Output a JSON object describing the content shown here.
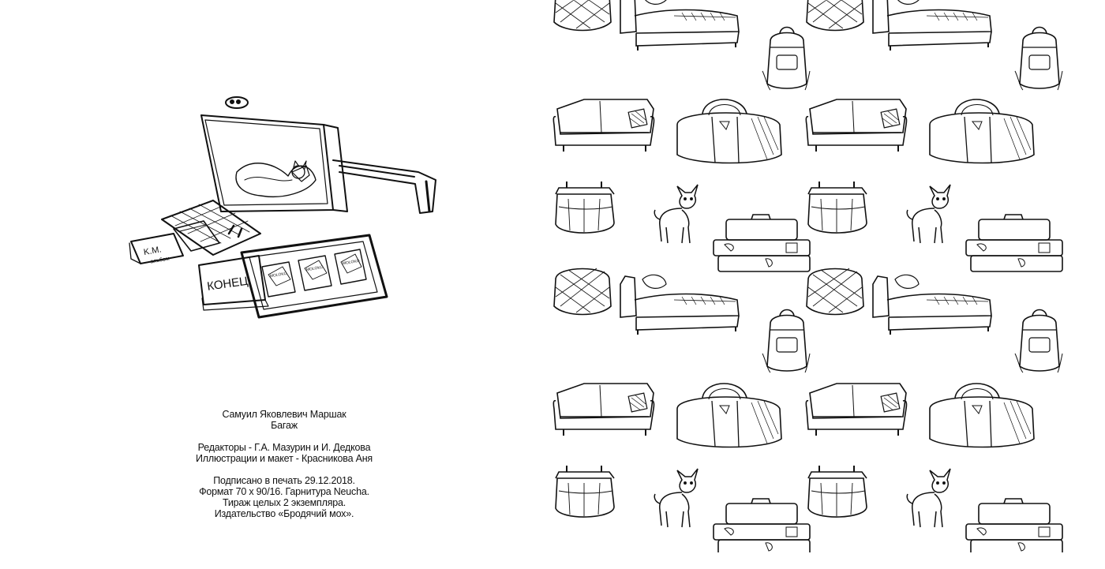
{
  "colophon": {
    "author": "Самуил Яковлевич Маршак",
    "title": "Багаж",
    "editors": "Редакторы - Г.А. Мазурин и И. Дедкова",
    "illustrations": "Иллюстрации и макет - Красникова Аня",
    "signed": "Подписано в печать 29.12.2018.",
    "format": "Формат 70 х 90/16. Гарнитура Neucha.",
    "print_run": "Тираж целых 2 экземпляра.",
    "publisher": "Издательство «Бродячий мох»."
  },
  "illustration": {
    "sign_text": "КОНЕЦ",
    "card_text": "K.M.",
    "album_text": "альбом",
    "box_text": "MOLOKO"
  },
  "pattern": {
    "items": [
      "sofa-icon",
      "backpack-icon",
      "duffel-bag-icon",
      "carpet-bag-icon",
      "dog-icon",
      "suitcase-stack-icon",
      "basket-icon",
      "daybed-icon"
    ]
  }
}
